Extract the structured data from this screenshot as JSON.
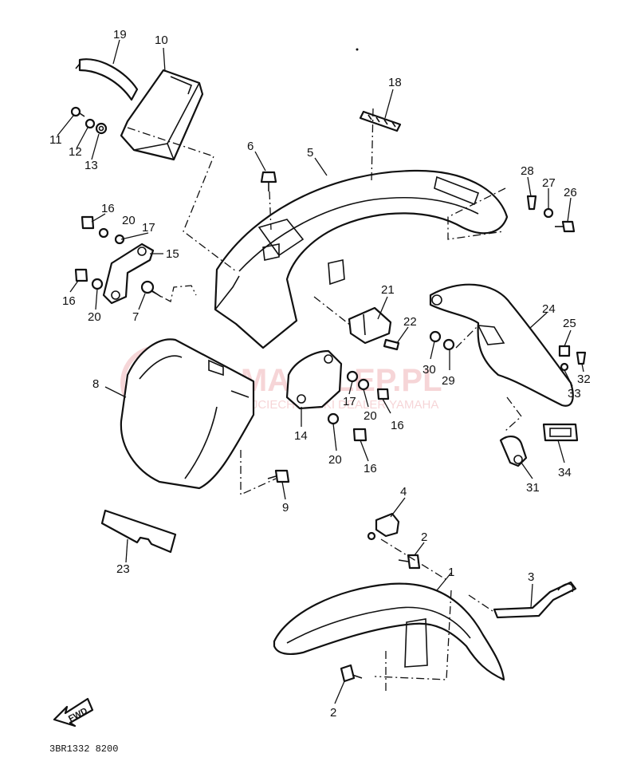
{
  "diagram": {
    "part_numbers": [
      "1",
      "2",
      "3",
      "4",
      "5",
      "6",
      "7",
      "8",
      "9",
      "10",
      "11",
      "12",
      "13",
      "14",
      "15",
      "16",
      "17",
      "18",
      "19",
      "20",
      "21",
      "22",
      "23",
      "24",
      "25",
      "26",
      "27",
      "28",
      "29",
      "30",
      "31",
      "32",
      "33",
      "34"
    ],
    "labels": [
      {
        "id": "19",
        "text": "19"
      },
      {
        "id": "10",
        "text": "10"
      },
      {
        "id": "11",
        "text": "11"
      },
      {
        "id": "12",
        "text": "12"
      },
      {
        "id": "13",
        "text": "13"
      },
      {
        "id": "6",
        "text": "6"
      },
      {
        "id": "5",
        "text": "5"
      },
      {
        "id": "18",
        "text": "18"
      },
      {
        "id": "28",
        "text": "28"
      },
      {
        "id": "27",
        "text": "27"
      },
      {
        "id": "26",
        "text": "26"
      },
      {
        "id": "16a",
        "text": "16"
      },
      {
        "id": "20a",
        "text": "20"
      },
      {
        "id": "17a",
        "text": "17"
      },
      {
        "id": "15",
        "text": "15"
      },
      {
        "id": "16b",
        "text": "16"
      },
      {
        "id": "20b",
        "text": "20"
      },
      {
        "id": "7",
        "text": "7"
      },
      {
        "id": "21",
        "text": "21"
      },
      {
        "id": "22",
        "text": "22"
      },
      {
        "id": "24",
        "text": "24"
      },
      {
        "id": "25",
        "text": "25"
      },
      {
        "id": "30",
        "text": "30"
      },
      {
        "id": "29",
        "text": "29"
      },
      {
        "id": "32",
        "text": "32"
      },
      {
        "id": "33",
        "text": "33"
      },
      {
        "id": "8",
        "text": "8"
      },
      {
        "id": "17b",
        "text": "17"
      },
      {
        "id": "20c",
        "text": "20"
      },
      {
        "id": "16c",
        "text": "16"
      },
      {
        "id": "14",
        "text": "14"
      },
      {
        "id": "20d",
        "text": "20"
      },
      {
        "id": "16d",
        "text": "16"
      },
      {
        "id": "34",
        "text": "34"
      },
      {
        "id": "31",
        "text": "31"
      },
      {
        "id": "9",
        "text": "9"
      },
      {
        "id": "4",
        "text": "4"
      },
      {
        "id": "2a",
        "text": "2"
      },
      {
        "id": "3",
        "text": "3"
      },
      {
        "id": "1",
        "text": "1"
      },
      {
        "id": "23",
        "text": "23"
      },
      {
        "id": "2b",
        "text": "2"
      }
    ],
    "fwd_arrow": "FWD",
    "drawing_code": "3BR1332 8200",
    "watermark": {
      "brand": "YAMASKLEP.PL",
      "tagline": "WOJCIECHOWSKI DEALER YAMAHA",
      "color": "#e06b73"
    }
  }
}
